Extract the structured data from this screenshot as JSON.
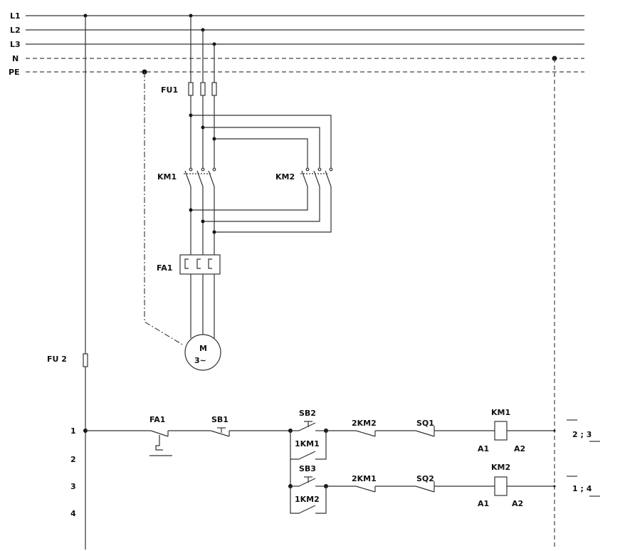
{
  "bus": {
    "l1": "L1",
    "l2": "L2",
    "l3": "L3",
    "n": "N",
    "pe": "PE"
  },
  "power_circuit": {
    "fuse": "FU1",
    "contactor_1": "KM1",
    "contactor_2": "KM2",
    "overload": "FA1",
    "motor_letter": "M",
    "motor_phase": "3~"
  },
  "control_circuit": {
    "fuse": "FU 2",
    "rung_numbers": [
      "1",
      "2",
      "3",
      "4"
    ],
    "overload_contact": "FA1",
    "stop_button": "SB1",
    "start_button_1": "SB2",
    "start_button_2": "SB3",
    "holding_contact_1": "1KM1",
    "holding_contact_2": "1KM2",
    "interlock_1": "2KM2",
    "interlock_2": "2KM1",
    "limit_switch_1": "SQ1",
    "limit_switch_2": "SQ2",
    "coil_1": "KM1",
    "coil_2": "KM2",
    "coil_1_terminal_a": "A1",
    "coil_1_terminal_b": "A2",
    "coil_2_terminal_a": "A1",
    "coil_2_terminal_b": "A2",
    "coil_1_reference": "2 ; 3",
    "coil_2_reference": "1 ; 4"
  }
}
